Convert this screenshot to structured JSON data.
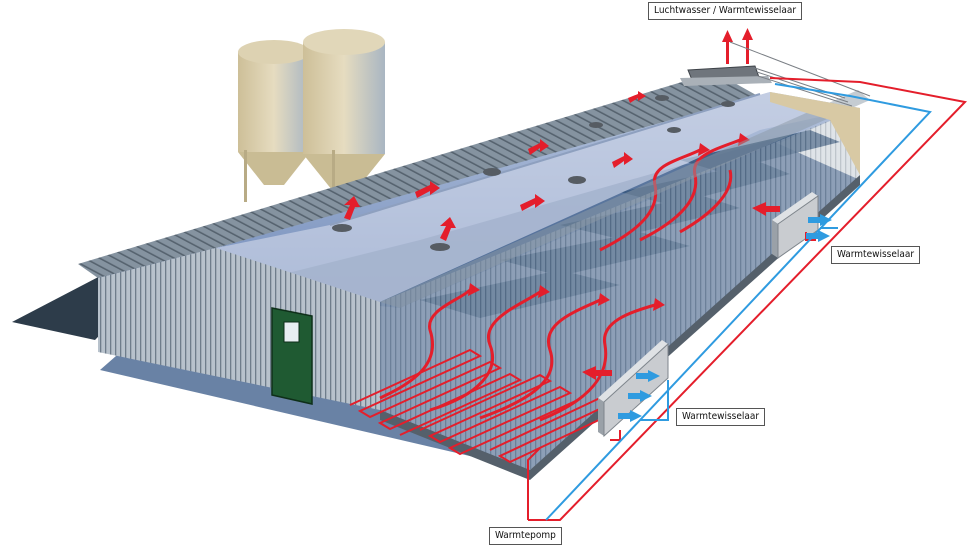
{
  "labels": {
    "top": "Luchtwasser / Warmtewisselaar",
    "right": "Warmtewisselaar",
    "middle": "Warmtewisselaar",
    "bottom": "Warmtepomp"
  },
  "colors": {
    "warm_pipe": "#e41e2b",
    "cold_pipe": "#2f9be0",
    "roof": "#7d8e9c",
    "wall": "#9aa6b3",
    "floor": "#3a5b80",
    "door": "#1f5a32",
    "silo": "#d9cca6",
    "heat_exchanger": "#c9ccd0"
  }
}
